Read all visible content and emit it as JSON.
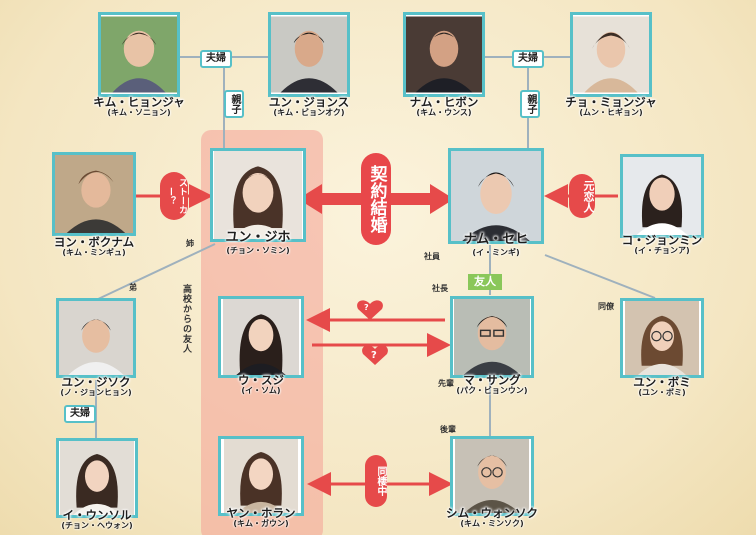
{
  "people": {
    "kim_hyunja": {
      "name": "キム・ヒョンジャ",
      "actor": "(キム・ソニョン)"
    },
    "yun_jongsu": {
      "name": "ユン・ジョンス",
      "actor": "(キム・ビョンオク)"
    },
    "nam_hibon": {
      "name": "ナム・ヒボン",
      "actor": "(キム・ウンス)"
    },
    "cho_miyoja": {
      "name": "チョ・ミョンジャ",
      "actor": "(ムン・ヒギョン)"
    },
    "yeon_bokunam": {
      "name": "ヨン・ボクナム",
      "actor": "(キム・ミンギュ)"
    },
    "yun_jiho": {
      "name": "ユン・ジホ",
      "actor": "(チョン・ソミン)"
    },
    "nam_sehi": {
      "name": "ナム・セヒ",
      "actor": "(イ・ミンギ)"
    },
    "ko_jeongmin": {
      "name": "コ・ジョンミン",
      "actor": "(イ・チョンア)"
    },
    "yun_jisok": {
      "name": "ユン・ジソク",
      "actor": "(ノ・ジョンヒョン)"
    },
    "u_suji": {
      "name": "ウ・スジ",
      "actor": "(イ・ソム)"
    },
    "ma_sang": {
      "name": "マ・サング",
      "actor": "(パク・ビョンウン)"
    },
    "yun_bomi": {
      "name": "ユン・ボミ",
      "actor": "(ユン・ボミ)"
    },
    "i_unsol": {
      "name": "イ・ウンソル",
      "actor": "(チョン・ヘウォン)"
    },
    "yan_horan": {
      "name": "ヤン・ホラン",
      "actor": "(キム・ガウン)"
    },
    "sim_wonsok": {
      "name": "シム・ウォンソク",
      "actor": "(キム・ミンソク)"
    }
  },
  "labels": {
    "couple_left": "夫婦",
    "couple_right": "夫婦",
    "couple_bottom": "夫婦",
    "parent_child_left": "親子",
    "parent_child_right": "親子",
    "stalker": "ストーカー？",
    "contract_marriage": "契約結婚",
    "ex_lover": "元恋人",
    "older_sister": "姉",
    "younger_brother": "弟",
    "highschool_friends": "高校からの友人",
    "employee": "社員",
    "president": "社長",
    "friends": "友人",
    "colleague": "同僚",
    "senior": "先輩",
    "junior": "後輩",
    "cohabiting": "同棲中"
  },
  "colors": {
    "accent_red": "#e64a4a",
    "frame_teal": "#57c0c8",
    "friend_green": "#8ac75a",
    "band_pink": "#f4a096"
  }
}
